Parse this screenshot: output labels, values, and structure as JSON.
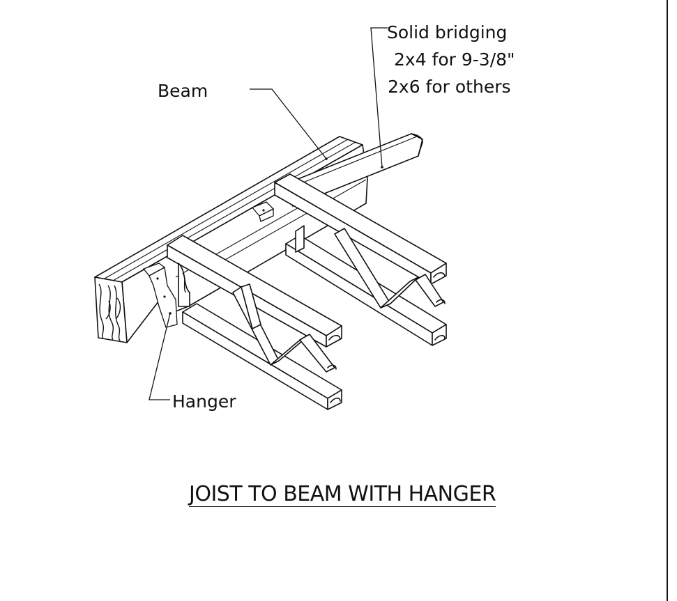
{
  "labels": {
    "beam": "Beam",
    "solid_bridging": "Solid bridging",
    "solid_bridging_line1": "2x4 for 9-3/8\"",
    "solid_bridging_line2": "2x6 for others",
    "hanger": "Hanger"
  },
  "caption": "JOIST TO BEAM WITH HANGER"
}
